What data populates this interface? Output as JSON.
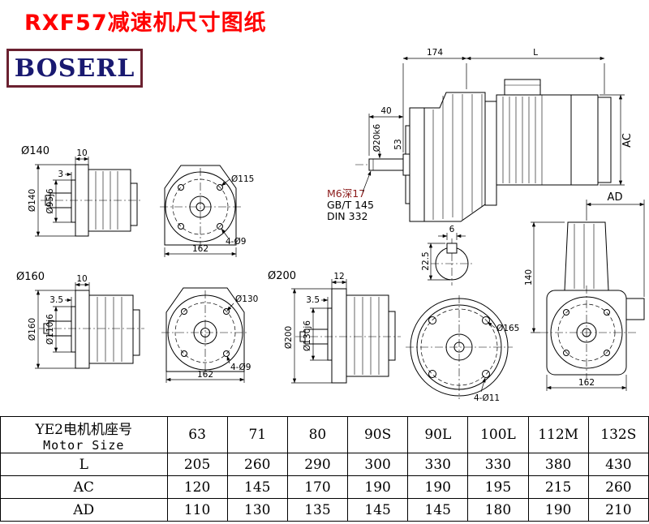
{
  "page": {
    "title": "RXF57减速机尺寸图纸",
    "logo": "BOSERL"
  },
  "colors": {
    "title_red": "#FF0000",
    "logo_text_navy": "#191970",
    "logo_border_maroon": "#6B2130",
    "note_accent": "#8B1A1A",
    "line": "#000000"
  },
  "main_view": {
    "dim_174": "174",
    "dim_L": "L",
    "dim_40": "40",
    "shaft_dia": "Ø20k6",
    "dim_53": "53",
    "dim_AC": "AC",
    "note_tap": "M6深17",
    "note_gb": "GB/T 145",
    "note_din": "DIN 332",
    "key_width": "6",
    "key_height": "22.5"
  },
  "side_view": {
    "dim_AD": "AD",
    "dim_140": "140",
    "dim_162": "162"
  },
  "flange140": {
    "label": "Ø140",
    "thickness": "10",
    "spigot_len": "3",
    "outer_dia": "Ø140",
    "spigot_dia": "Ø95j6"
  },
  "front140": {
    "bolt_circle": "Ø115",
    "holes": "4-Ø9",
    "width": "162"
  },
  "flange160": {
    "label": "Ø160",
    "thickness": "10",
    "spigot_len": "3.5",
    "outer_dia": "Ø160",
    "spigot_dia": "Ø110j6"
  },
  "front160": {
    "bolt_circle": "Ø130",
    "holes": "4-Ø9",
    "width": "162"
  },
  "flange200": {
    "label": "Ø200",
    "thickness": "12",
    "spigot_len": "3.5",
    "outer_dia": "Ø200",
    "spigot_dia": "Ø130j6"
  },
  "front200": {
    "bolt_circle": "Ø165",
    "holes": "4-Ø11"
  },
  "table": {
    "header_cn": "YE2电机机座号",
    "header_en": "Motor Size",
    "sizes": [
      "63",
      "71",
      "80",
      "90S",
      "90L",
      "100L",
      "112M",
      "132S"
    ],
    "rows": [
      {
        "label": "L",
        "values": [
          "205",
          "260",
          "290",
          "300",
          "330",
          "330",
          "380",
          "430"
        ]
      },
      {
        "label": "AC",
        "values": [
          "120",
          "145",
          "170",
          "190",
          "190",
          "195",
          "215",
          "260"
        ]
      },
      {
        "label": "AD",
        "values": [
          "110",
          "130",
          "135",
          "145",
          "145",
          "180",
          "190",
          "210"
        ]
      }
    ]
  }
}
